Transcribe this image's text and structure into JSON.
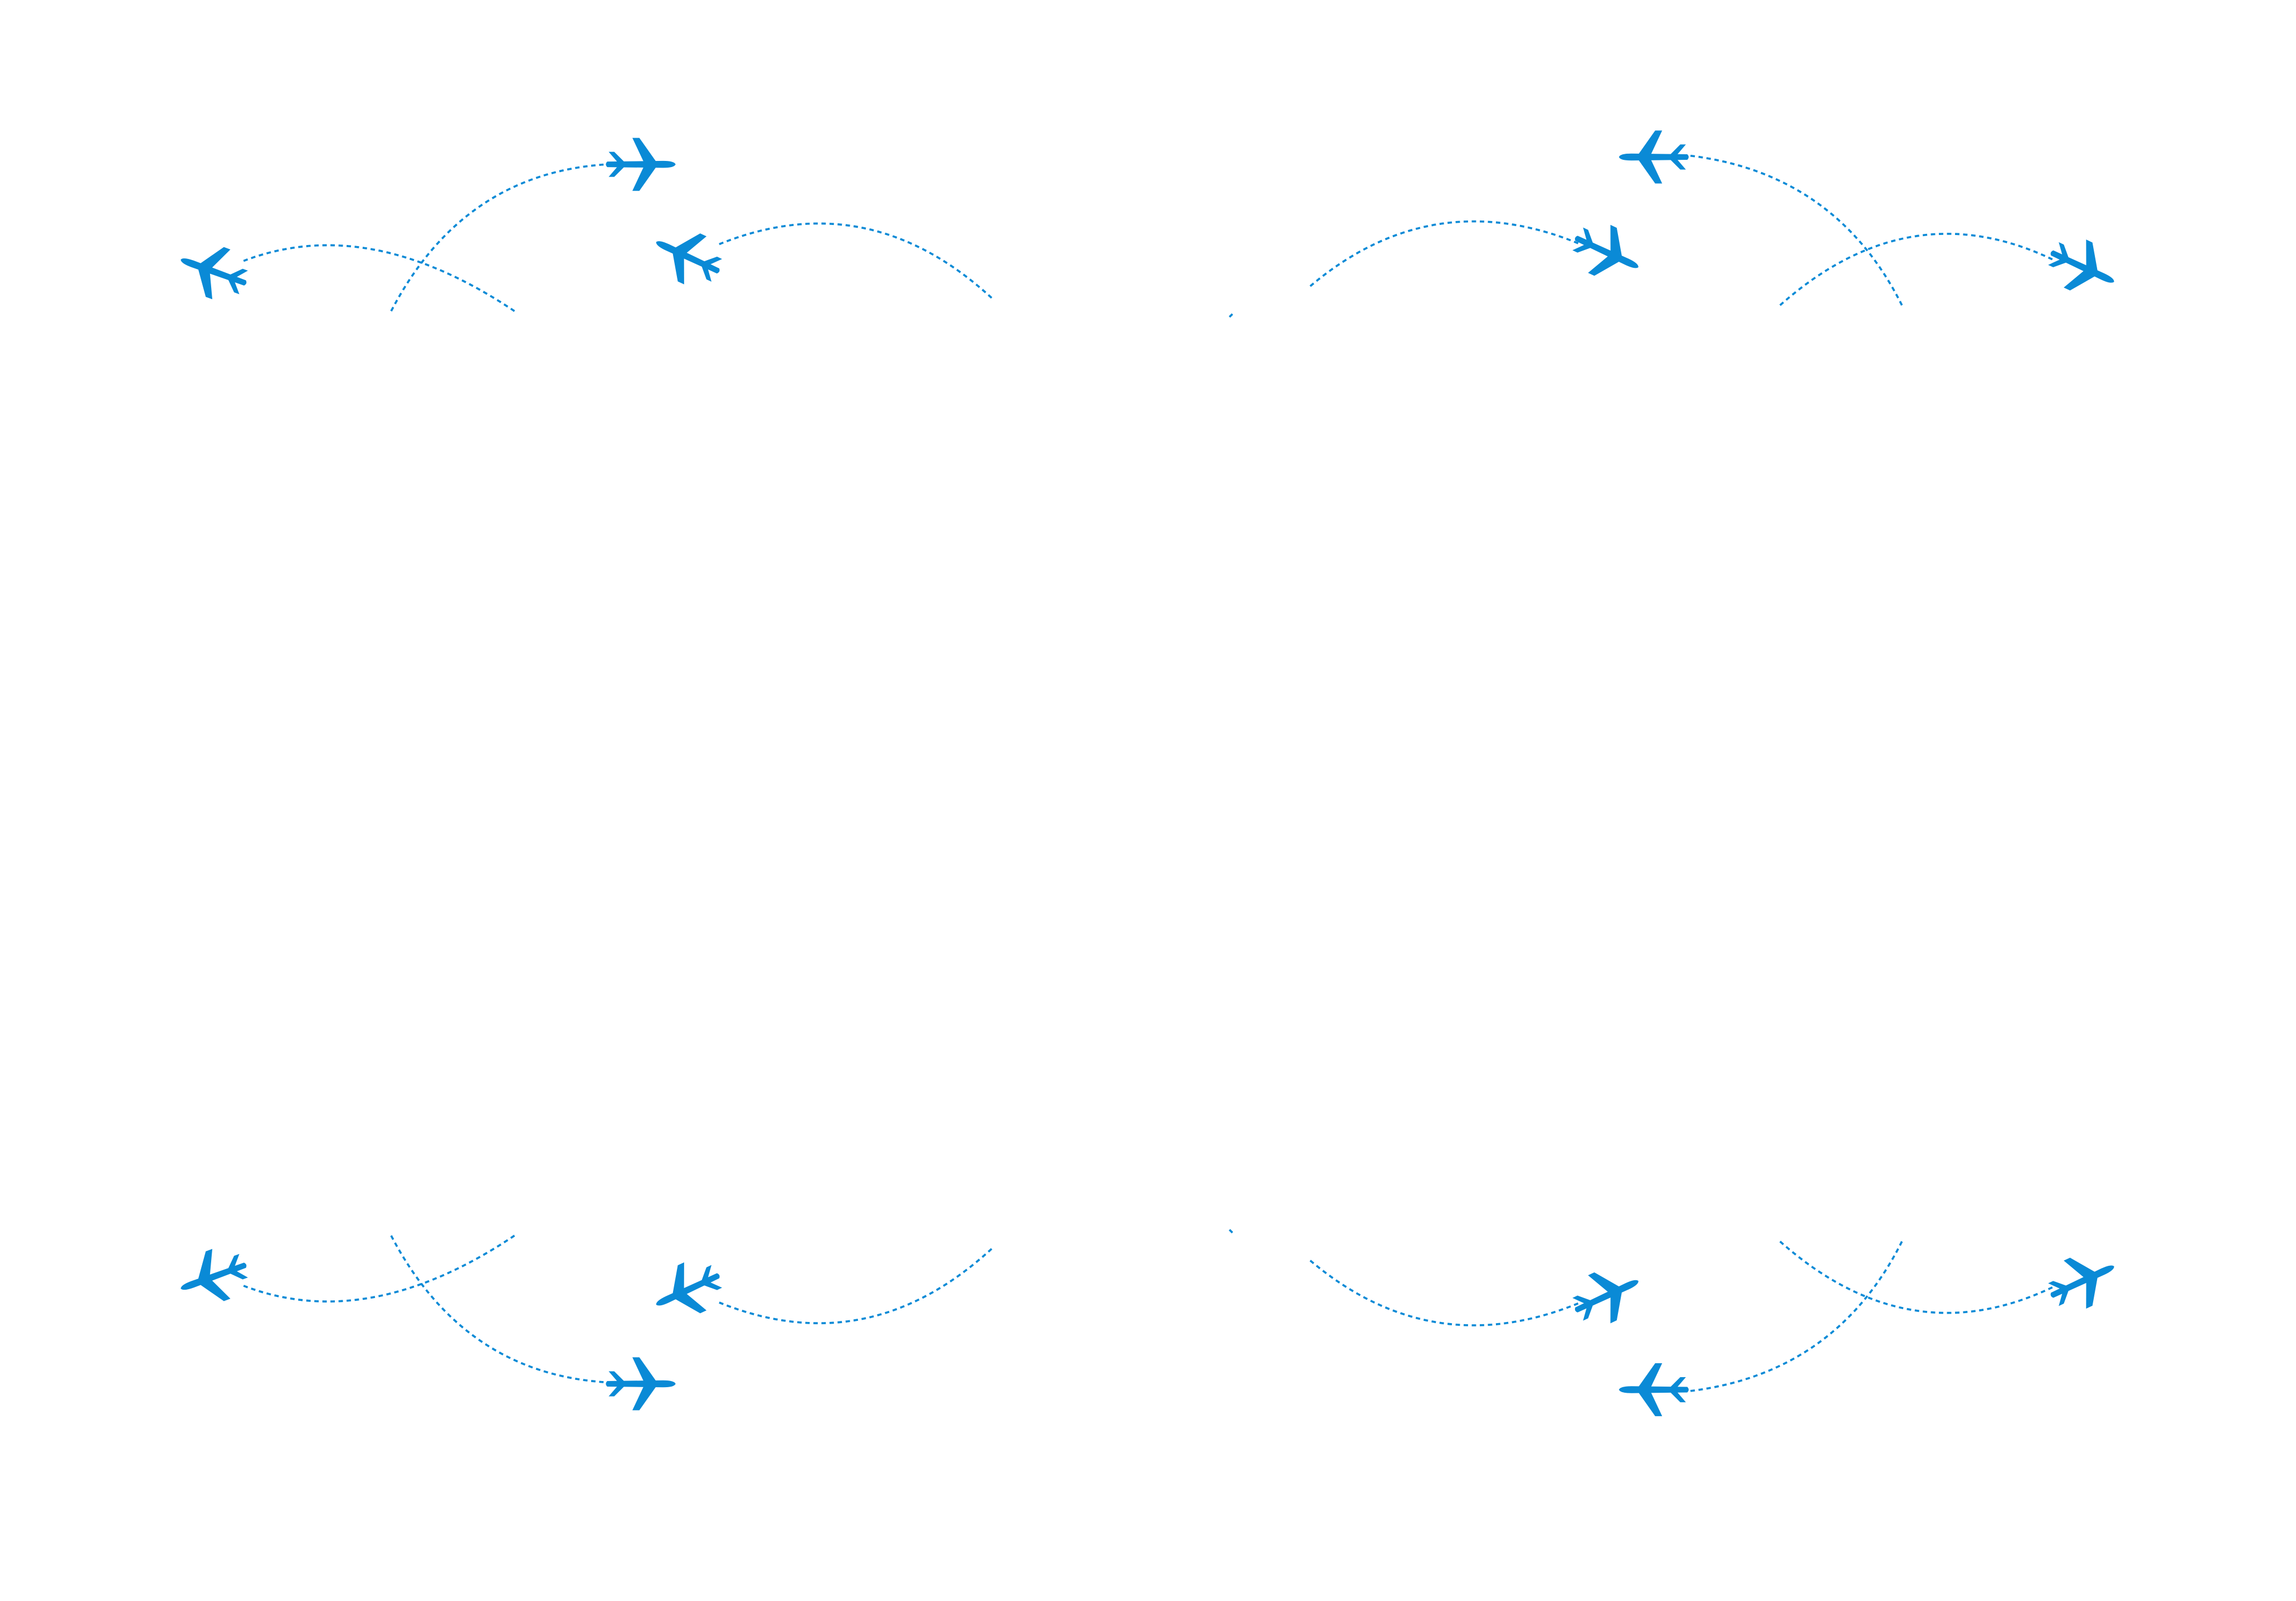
{
  "colors": {
    "accent": "#0a8ad6",
    "background": "#ffffff"
  },
  "icon": "airplane-icon",
  "flight_paths": [
    {
      "name": "flight-path-top-left-1"
    },
    {
      "name": "flight-path-top-left-2"
    },
    {
      "name": "flight-path-top-left-3"
    },
    {
      "name": "flight-path-top-right-1"
    },
    {
      "name": "flight-path-top-right-2"
    },
    {
      "name": "flight-path-top-right-3"
    },
    {
      "name": "flight-path-bottom-left-1"
    },
    {
      "name": "flight-path-bottom-left-2"
    },
    {
      "name": "flight-path-bottom-left-3"
    },
    {
      "name": "flight-path-bottom-right-1"
    },
    {
      "name": "flight-path-bottom-right-2"
    },
    {
      "name": "flight-path-bottom-right-3"
    }
  ]
}
